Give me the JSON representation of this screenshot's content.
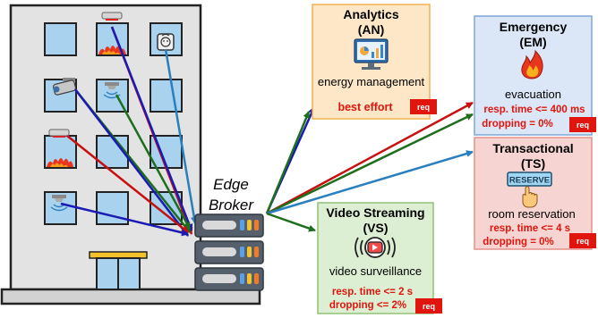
{
  "broker": {
    "line1": "Edge",
    "line2": "Broker"
  },
  "req_badge": "req",
  "services": {
    "analytics": {
      "title": "Analytics",
      "abbr": "(AN)",
      "description": "energy management",
      "requirement": "best effort"
    },
    "emergency": {
      "title": "Emergency",
      "abbr": "(EM)",
      "description": "evacuation",
      "req1": "resp. time <= 400 ms",
      "req2": "dropping = 0%"
    },
    "transactional": {
      "title": "Transactional",
      "abbr": "(TS)",
      "description": "room reservation",
      "req1": "resp. time <= 4 s",
      "req2": "dropping = 0%",
      "sign_text": "RESERVE"
    },
    "video": {
      "title": "Video Streaming",
      "abbr": "(VS)",
      "description": "video surveillance",
      "req1": "resp. time <= 2 s",
      "req2": "dropping <= 2%"
    }
  },
  "colors": {
    "emergency_red": "#c81010",
    "analytics_green": "#1e6e1e",
    "video_navy": "#1a1ab4",
    "transactional_blue": "#2a7fbf",
    "analytics_fill": "#fde7c7",
    "emergency_fill": "#dbe7f6",
    "transactional_fill": "#f6d4d1",
    "video_fill": "#ddefd3",
    "req_red": "#e0160e"
  }
}
